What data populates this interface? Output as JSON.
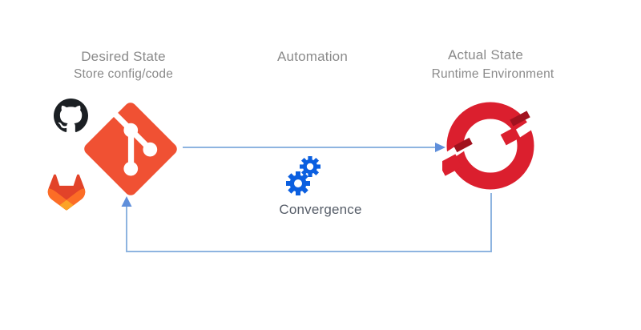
{
  "diagram": {
    "background": "#ffffff",
    "desired_state": {
      "title": "Desired State",
      "subtitle": "Store config/code",
      "icons": [
        "github-logo",
        "git-logo",
        "gitlab-logo"
      ]
    },
    "automation": {
      "title": "Automation",
      "caption": "Convergence",
      "icon": "gears-icon"
    },
    "actual_state": {
      "title": "Actual State",
      "subtitle": "Runtime Environment",
      "icon": "openshift-logo"
    },
    "flows": [
      {
        "from": "desired-state",
        "to": "actual-state",
        "style": "straight-arrow"
      },
      {
        "from": "actual-state",
        "to": "desired-state",
        "style": "bottom-feedback-loop"
      }
    ],
    "colors": {
      "label_gray": "#8a8a8a",
      "caption_gray": "#565d68",
      "arrow_line": "#8eb4e0",
      "arrow_head": "#5f8fdb",
      "git_orange": "#f05133",
      "github_black": "#1b1f23",
      "gitlab_red": "#e24329",
      "gitlab_orange": "#fc6d26",
      "gitlab_amber": "#fca326",
      "gear_blue": "#0b5fe0",
      "openshift_red": "#db1f2e",
      "openshift_dark_red": "#a1121e"
    }
  }
}
